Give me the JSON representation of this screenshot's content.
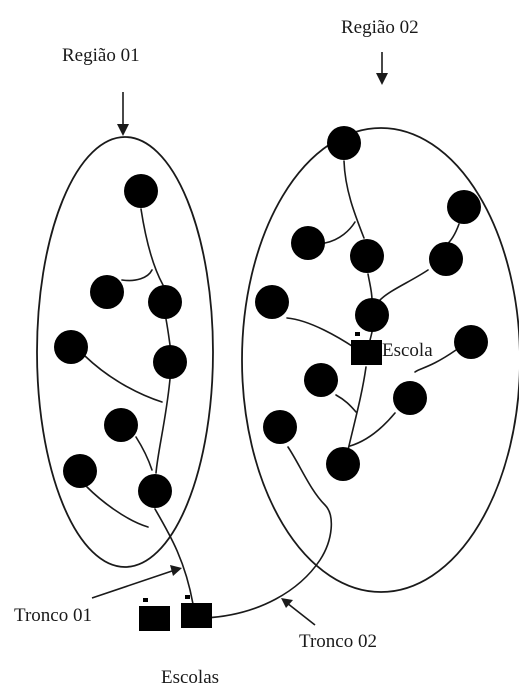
{
  "labels": {
    "regiao_01": "Região  01",
    "regiao_02": "Região  02",
    "tronco_01": "Tronco 01",
    "tronco_02": "Tronco 02",
    "escola": "Escola",
    "escolas": "Escolas"
  },
  "icons": {
    "person": "smiley-face-icon",
    "school": "school-building-icon"
  },
  "colors": {
    "face_fill": "#b9cfe8",
    "school_fill": "#f2e640",
    "flag": "#9a3fa0"
  }
}
